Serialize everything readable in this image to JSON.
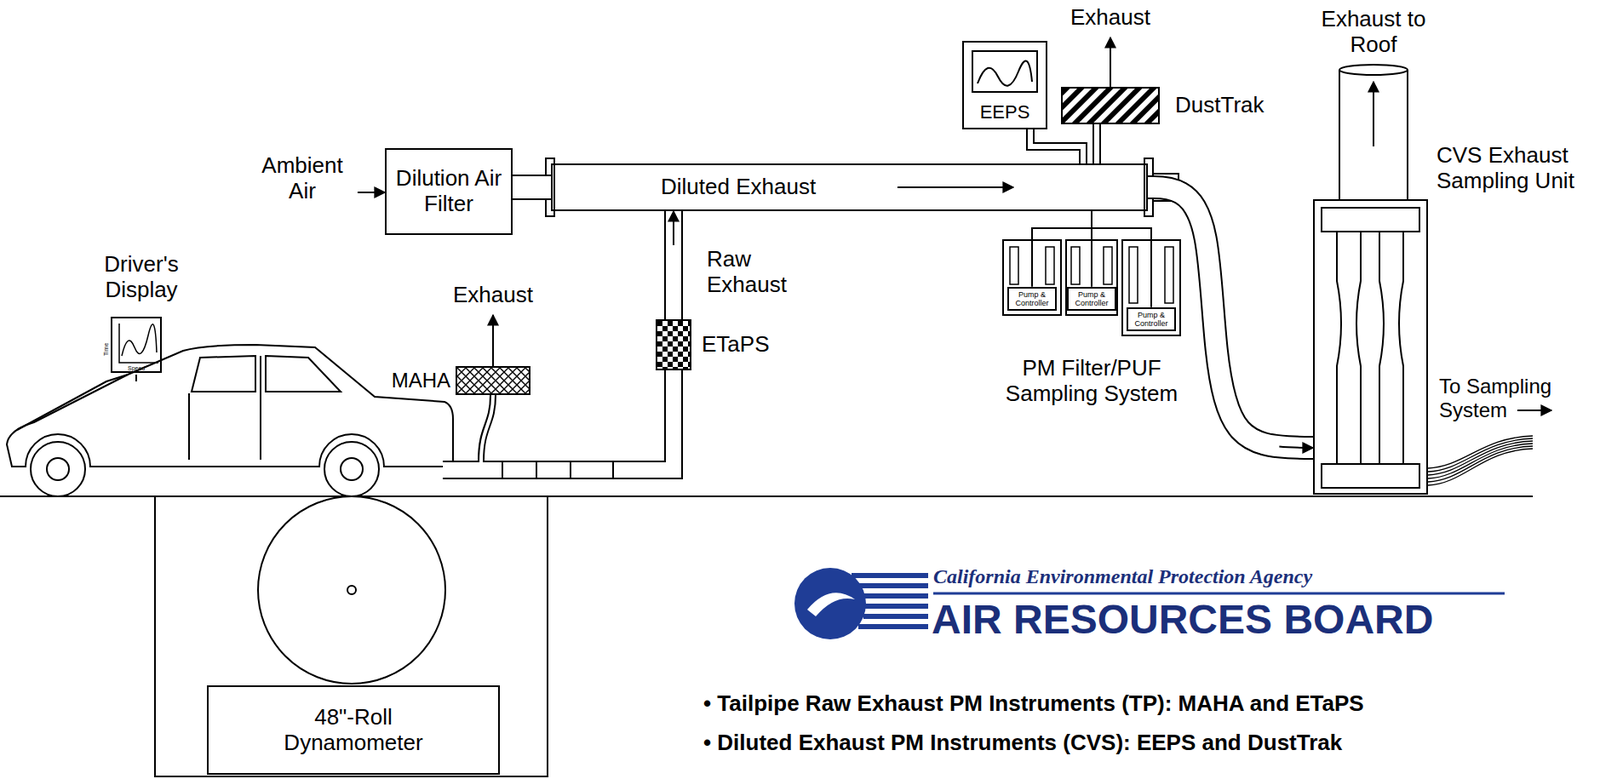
{
  "diagram": {
    "nodes": [
      {
        "text": [
          "Driver's Display"
        ]
      },
      {
        "text": [
          "Dilution Air Filter"
        ]
      },
      {
        "text": [
          "Diluted Exhaust"
        ]
      },
      {
        "text": [
          "EEPS"
        ]
      },
      {
        "text": [
          "DustTrak"
        ]
      },
      {
        "text": [
          "MAHA"
        ]
      },
      {
        "text": [
          "ETaPS"
        ]
      },
      {
        "text": [
          "Pump & Controller"
        ]
      },
      {
        "text": [
          "Pump & Controller"
        ]
      },
      {
        "text": [
          "Pump & Controller"
        ]
      },
      {
        "text": [
          "CVS Exhaust Sampling Unit"
        ]
      },
      {
        "text": [
          "48\"-Roll Dynamometer"
        ]
      }
    ],
    "edges": [
      {
        "from": 1,
        "to": 2,
        "arrow": "none"
      },
      {
        "from": 6,
        "to": 2,
        "arrow": "to",
        "label": "Raw Exhaust"
      },
      {
        "from": 2,
        "to": 3,
        "arrow": "none"
      },
      {
        "from": 2,
        "to": 4,
        "arrow": "none"
      },
      {
        "from": 2,
        "to": 7,
        "arrow": "none"
      },
      {
        "from": 2,
        "to": 8,
        "arrow": "none"
      },
      {
        "from": 2,
        "to": 9,
        "arrow": "none"
      },
      {
        "from": 2,
        "to": 10,
        "arrow": "to"
      }
    ],
    "labels": [
      "Ambient Air",
      "Exhaust",
      "Exhaust",
      "Time",
      "Speed",
      "PM Filter/PUF Sampling System",
      "Exhaust to Roof",
      "To Sampling System",
      "California Environmental Protection Agency",
      "AIR RESOURCES BOARD",
      "• Tailpipe Raw Exhaust PM Instruments (TP): MAHA and ETaPS",
      "• Diluted Exhaust PM Instruments (CVS): EEPS and DustTrak"
    ]
  }
}
